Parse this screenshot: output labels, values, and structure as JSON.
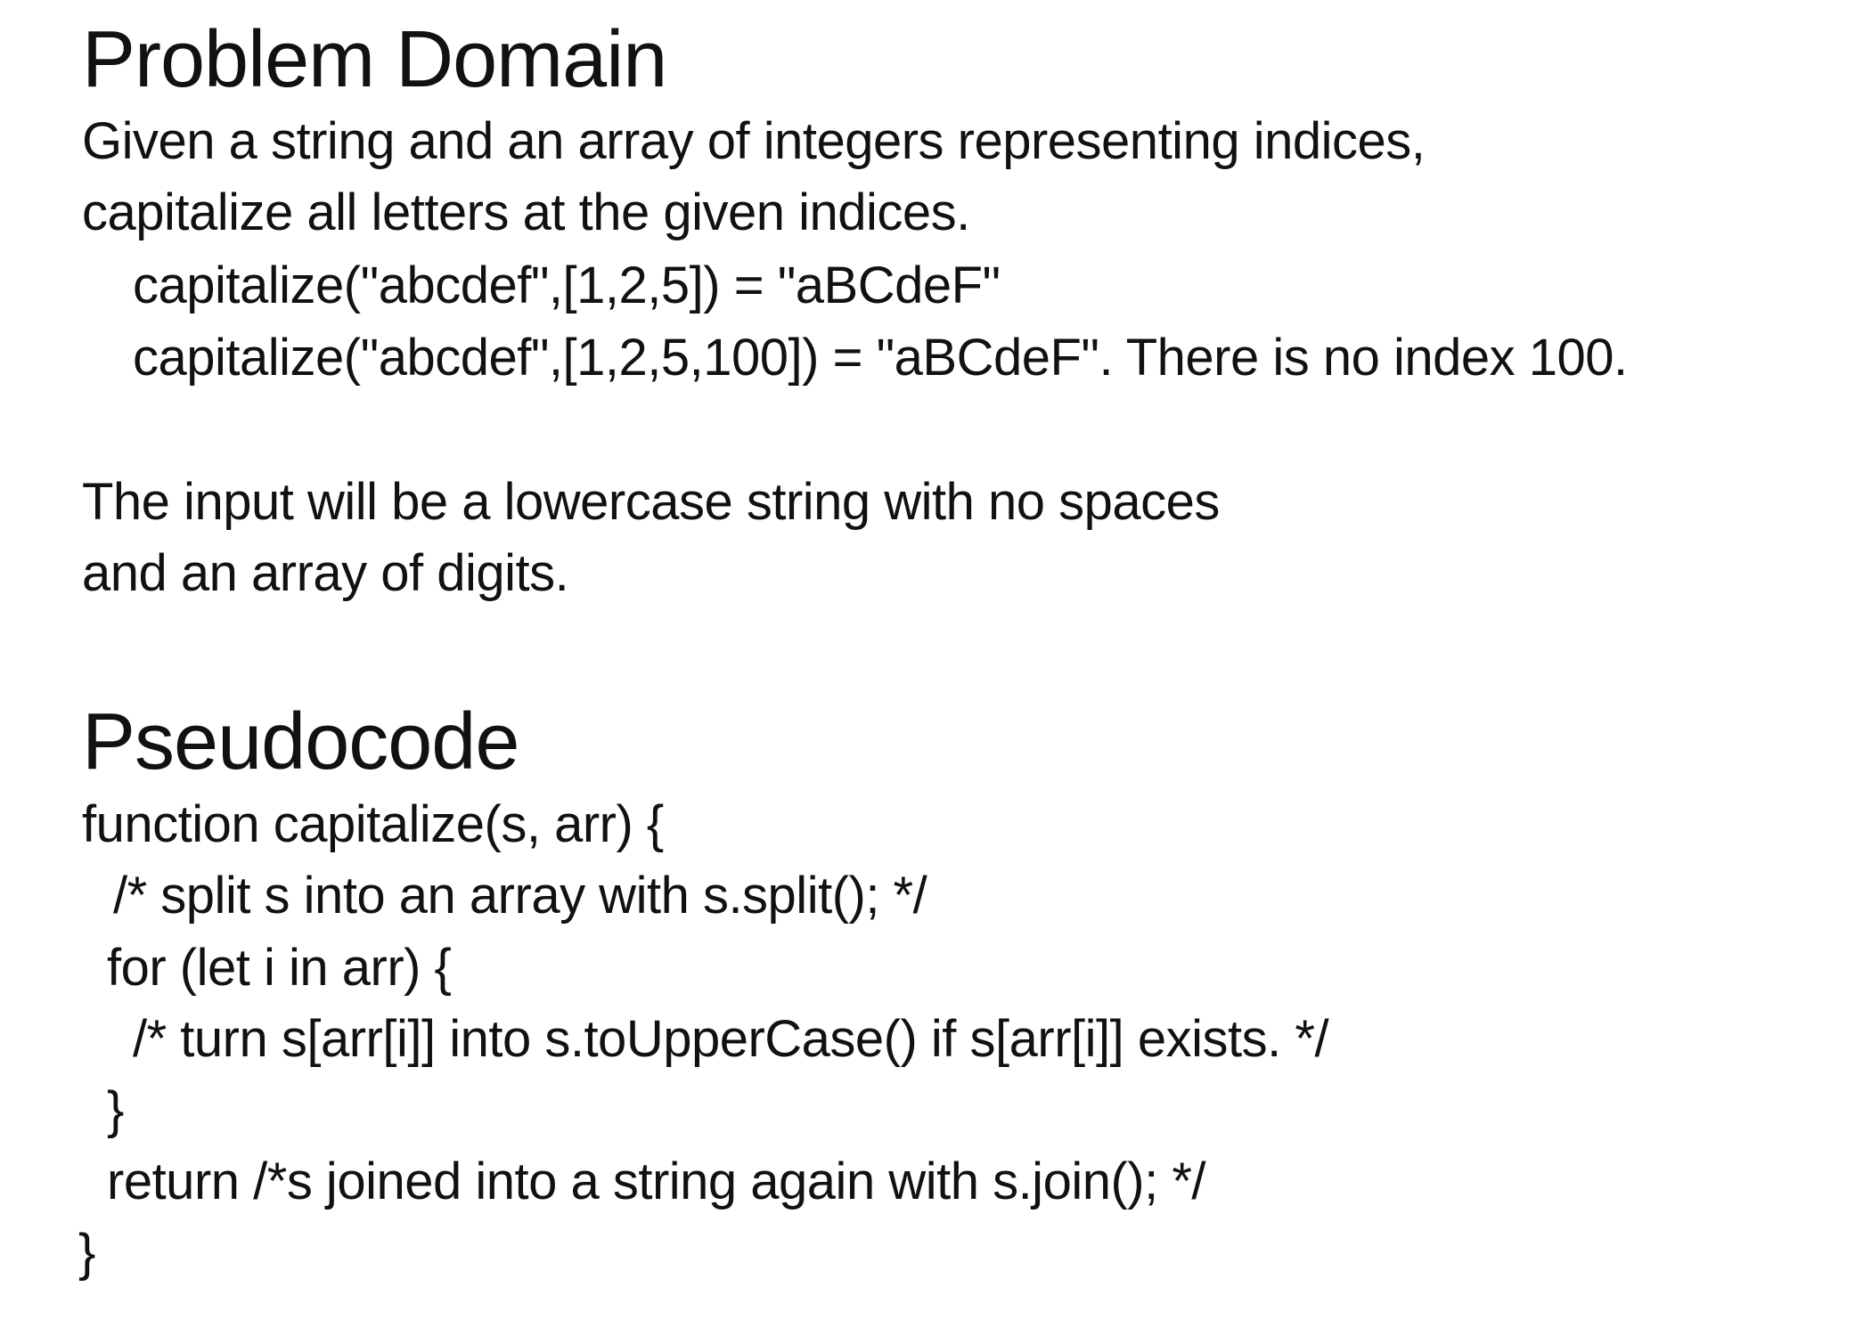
{
  "problem_domain": {
    "heading": "Problem Domain",
    "description_lines": [
      "Given a string and an array of integers representing indices,",
      "capitalize all letters at the given indices."
    ],
    "examples": [
      "capitalize(\"abcdef\",[1,2,5]) = \"aBCdeF\"",
      "capitalize(\"abcdef\",[1,2,5,100]) = \"aBCdeF\". There is no index 100."
    ],
    "input_note_lines": [
      "The input will be a lowercase string with no spaces",
      "and an array of digits."
    ]
  },
  "pseudocode": {
    "heading": "Pseudocode",
    "lines": [
      "function capitalize(s, arr) {",
      "/* split s into an array with s.split(); */",
      "for (let i in arr) {",
      "/* turn s[arr[i]] into s.toUpperCase() if s[arr[i]] exists. */",
      "}",
      "return /*s joined into a string again with s.join(); */",
      "}"
    ]
  }
}
